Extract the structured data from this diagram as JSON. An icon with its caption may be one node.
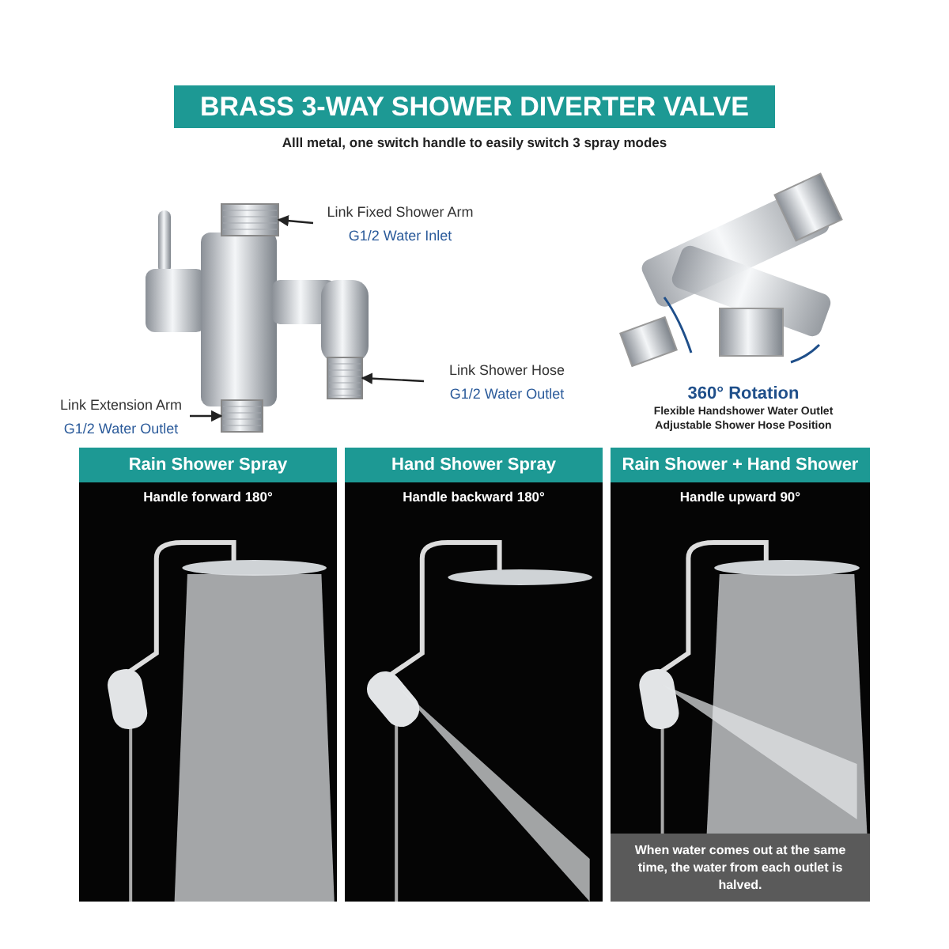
{
  "diagram": {
    "title": "BRASS 3-WAY SHOWER DIVERTER VALVE",
    "nodes": [
      {
        "text": [
          "Link Fixed Shower Arm",
          "G1/2 Water Inlet"
        ]
      },
      {
        "text": [
          "Link Shower Hose",
          "G1/2 Water Outlet"
        ]
      },
      {
        "text": [
          "Link Extension Arm",
          "G1/2 Water Outlet"
        ]
      },
      {
        "text": [
          "Rain Shower Spray",
          "Handle forward 180°"
        ]
      },
      {
        "text": [
          "Hand Shower Spray",
          "Handle backward 180°"
        ]
      },
      {
        "text": [
          "Rain Shower + Hand Shower",
          "Handle upward 90°",
          "When water comes out at the same time, the water from each outlet is halved."
        ]
      },
      {
        "text": [],
        "shape": "picture"
      },
      {
        "text": [],
        "shape": "picture"
      },
      {
        "text": [],
        "shape": "picture"
      }
    ],
    "edges": [
      {
        "from": 0,
        "to": 6,
        "arrow": "to"
      },
      {
        "from": 1,
        "to": 7,
        "arrow": "to"
      },
      {
        "from": 2,
        "to": 8,
        "arrow": "to"
      }
    ],
    "labels": [
      "Alll metal, one switch handle to easily switch 3 spray modes",
      "360° Rotation",
      "Flexible Handshower Water Outlet",
      "Adjustable Shower Hose Position"
    ]
  }
}
